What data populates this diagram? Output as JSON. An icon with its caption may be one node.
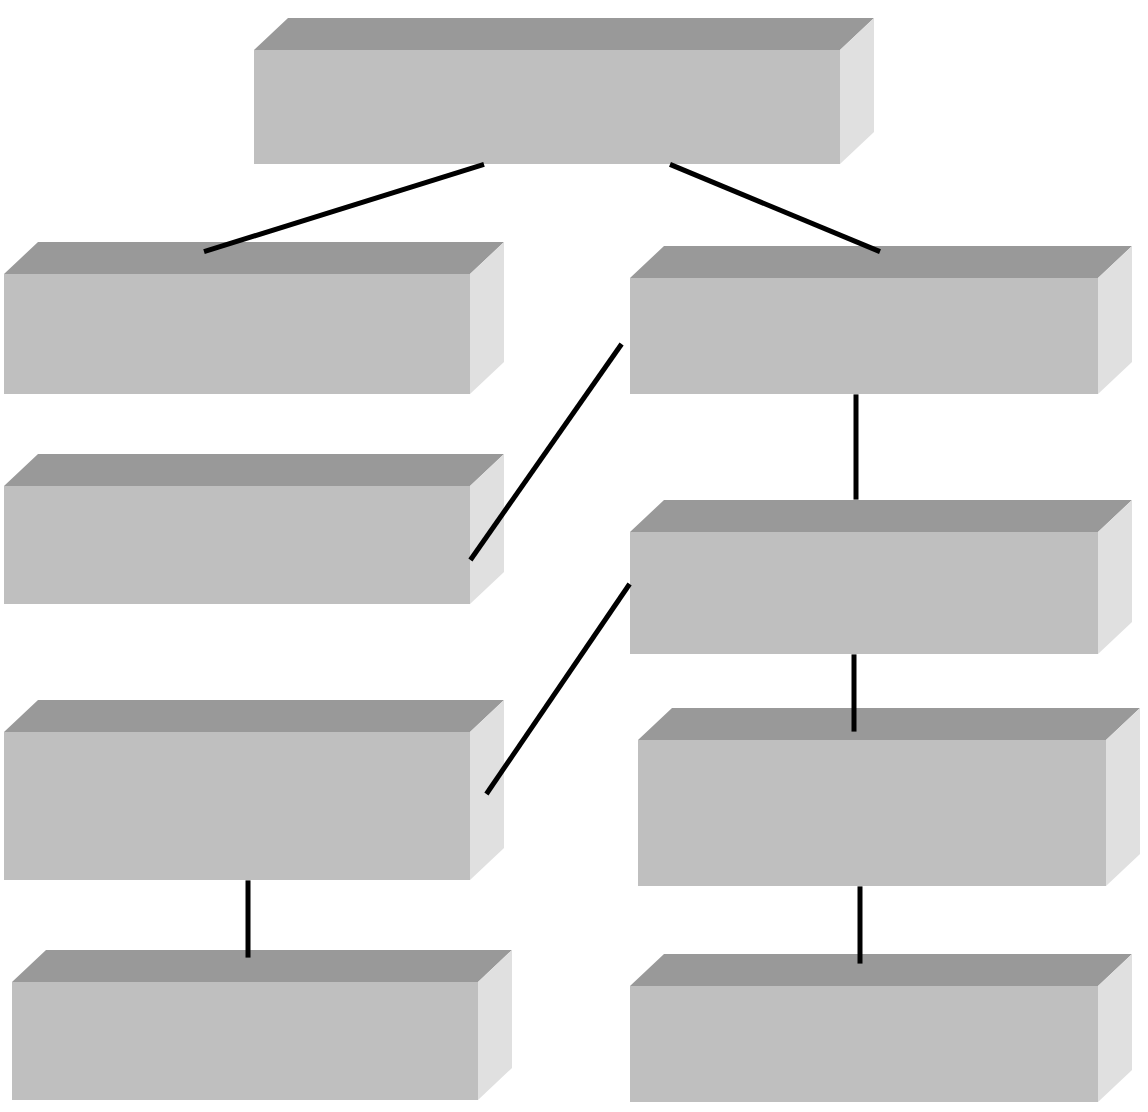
{
  "diagram": {
    "nodes": [
      {
        "text": [],
        "shape": "box"
      },
      {
        "text": [],
        "shape": "box"
      },
      {
        "text": [],
        "shape": "box"
      },
      {
        "text": [],
        "shape": "box"
      },
      {
        "text": [],
        "shape": "box"
      },
      {
        "text": [],
        "shape": "box"
      },
      {
        "text": [],
        "shape": "box"
      },
      {
        "text": [],
        "shape": "box"
      },
      {
        "text": [],
        "shape": "box"
      }
    ],
    "edges": [
      {
        "from": 0,
        "to": 1,
        "arrow": "none"
      },
      {
        "from": 0,
        "to": 2,
        "arrow": "none"
      },
      {
        "from": 2,
        "to": 3,
        "arrow": "none"
      },
      {
        "from": 2,
        "to": 4,
        "arrow": "none"
      },
      {
        "from": 4,
        "to": 5,
        "arrow": "none"
      },
      {
        "from": 4,
        "to": 6,
        "arrow": "none"
      },
      {
        "from": 5,
        "to": 7,
        "arrow": "none"
      },
      {
        "from": 6,
        "to": 8,
        "arrow": "none"
      }
    ]
  }
}
